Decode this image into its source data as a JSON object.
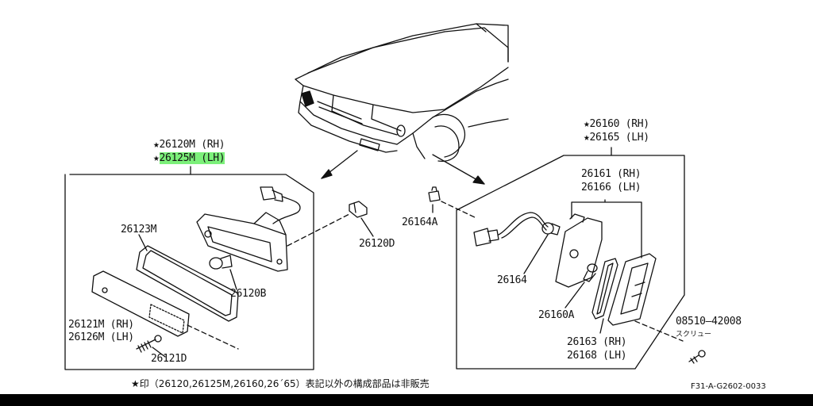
{
  "diagram": {
    "left_group": {
      "header_rh": "26120M (RH)",
      "header_lh": "26125M (LH)"
    },
    "right_group": {
      "header_rh": "26160 (RH)",
      "header_lh": "26165 (LH)"
    },
    "parts": {
      "p26123M": "26123M",
      "p26120B": "26120B",
      "p26121M_rh": "26121M (RH)",
      "p26126M_lh": "26126M (LH)",
      "p26121D": "26121D",
      "p26120D": "26120D",
      "p26164A": "26164A",
      "p26161_rh": "26161 (RH)",
      "p26166_lh": "26166 (LH)",
      "p26164": "26164",
      "p26160A": "26160A",
      "p26163_rh": "26163 (RH)",
      "p26168_lh": "26168 (LH)",
      "p08510": "08510—42008",
      "screw": "スクリュー"
    },
    "footnote": "印（26120,26125M,26160,26´65）表記以外の構成部品は非販売",
    "figure_code": "F31-A-G2602-0033",
    "highlight_color": "#7cf07a"
  }
}
